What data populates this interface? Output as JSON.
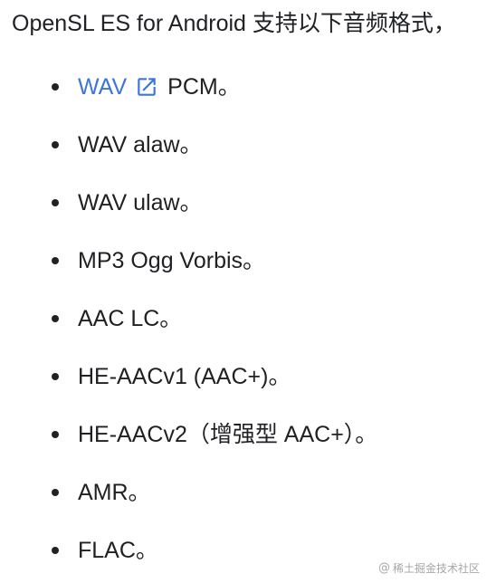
{
  "intro": {
    "text": "OpenSL ES for Android 支持以下音频格式，"
  },
  "formats": {
    "item_1": {
      "link_text": "WAV",
      "link_icon": "external-link-icon",
      "suffix": "PCM。",
      "link_color": "#3b76d8"
    },
    "item_2": {
      "text": "WAV alaw。"
    },
    "item_3": {
      "text": "WAV ulaw。"
    },
    "item_4": {
      "text": "MP3 Ogg Vorbis。"
    },
    "item_5": {
      "text": "AAC LC。"
    },
    "item_6": {
      "text": "HE-AACv1 (AAC+)。"
    },
    "item_7": {
      "text": "HE-AACv2（增强型 AAC+）。"
    },
    "item_8": {
      "text": "AMR。"
    },
    "item_9": {
      "text": "FLAC。"
    }
  },
  "watermark": {
    "symbol": "@",
    "text": "稀土掘金技术社区"
  }
}
